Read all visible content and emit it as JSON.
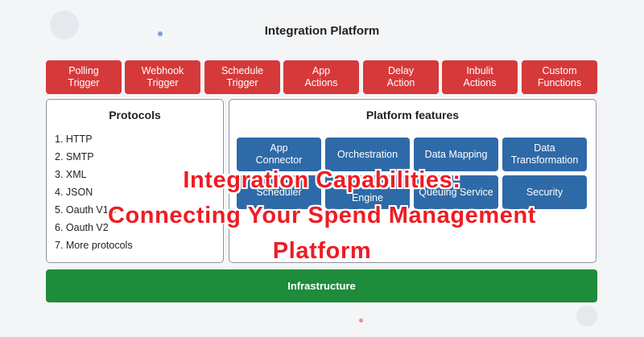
{
  "diagram": {
    "title": "Integration Platform",
    "triggers": [
      {
        "label": "Polling\nTrigger"
      },
      {
        "label": "Webhook\nTrigger"
      },
      {
        "label": "Schedule\nTrigger"
      },
      {
        "label": "App\nActions"
      },
      {
        "label": "Delay\nAction"
      },
      {
        "label": "Inbulit\nActions"
      },
      {
        "label": "Custom\nFunctions"
      }
    ],
    "protocols": {
      "title": "Protocols",
      "items": [
        "1. HTTP",
        "2. SMTP",
        "3. XML",
        "4. JSON",
        "5. Oauth V1.0",
        "6. Oauth V2",
        "7. More protocols"
      ]
    },
    "features": {
      "title": "Platform features",
      "items": [
        {
          "label": "App\nConnector"
        },
        {
          "label": "Orchestration"
        },
        {
          "label": "Data Mapping"
        },
        {
          "label": "Data\nTransformation"
        },
        {
          "label": "Scheduler"
        },
        {
          "label": "Rule\nEngine"
        },
        {
          "label": "Queuing Service"
        },
        {
          "label": "Security"
        }
      ]
    },
    "infrastructure": "Infrastructure"
  },
  "overlay_title": "Integration Capabilities:\nConnecting Your Spend Management\nPlatform",
  "colors": {
    "trigger": "#d6393a",
    "feature": "#2e6aa8",
    "infrastructure": "#1e8c3a",
    "overlay_text": "#ee1c24"
  }
}
